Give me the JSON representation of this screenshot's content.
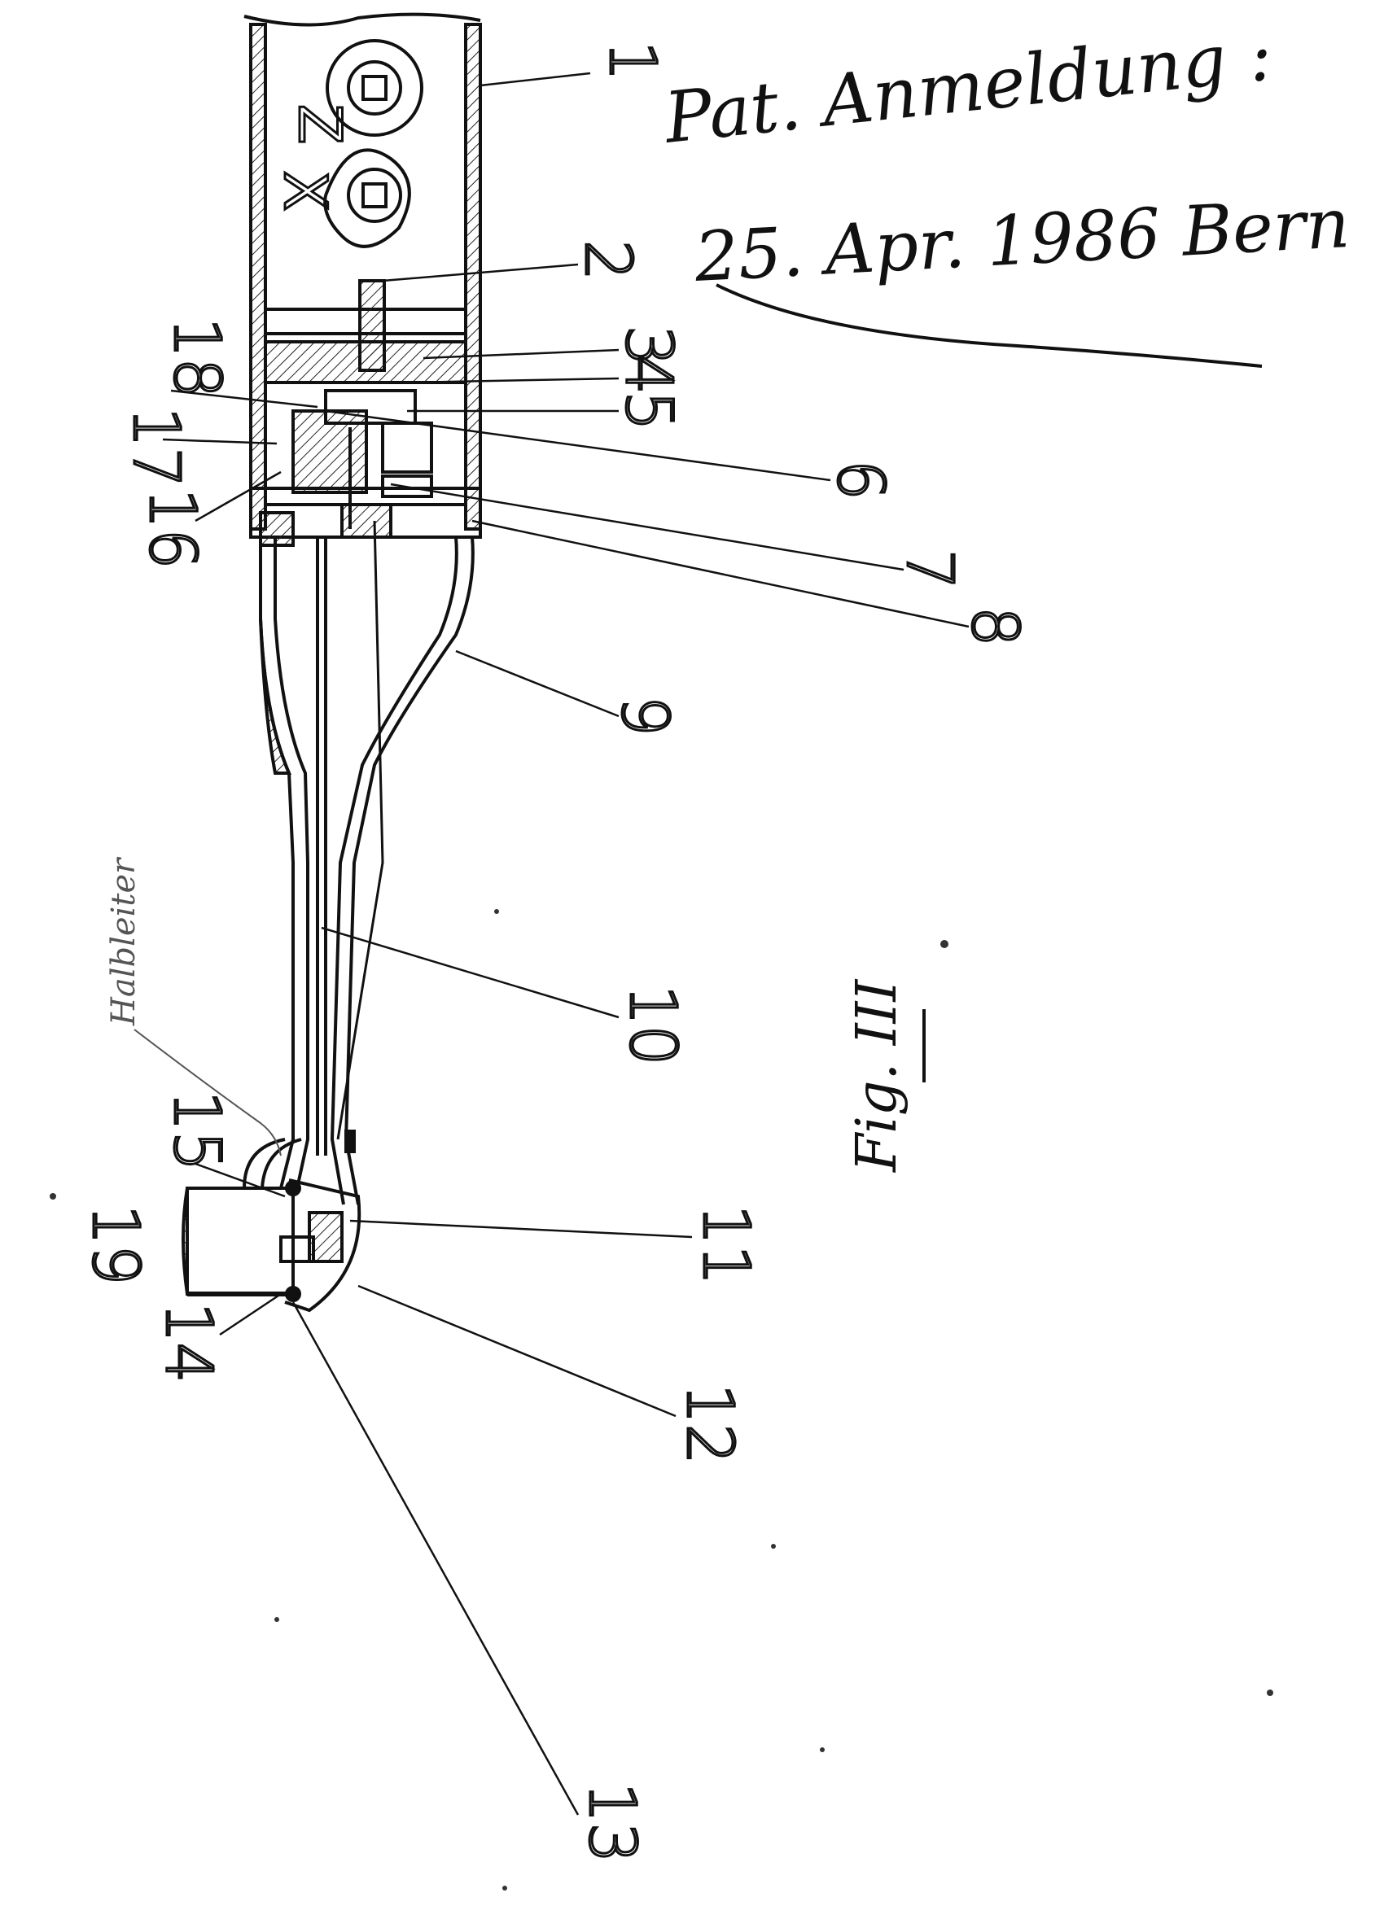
{
  "note": {
    "title": "Pat. Anmeldung :",
    "date": "25. Apr. 1986 Bern"
  },
  "figure_label": "Fig. III",
  "margin_note": "Halbleiter",
  "markers": {
    "z": "Z",
    "x": "X"
  },
  "callouts": [
    "1",
    "2",
    "3",
    "4",
    "5",
    "6",
    "7",
    "8",
    "9",
    "10",
    "11",
    "12",
    "13",
    "14",
    "15",
    "16",
    "17",
    "18",
    "19"
  ]
}
